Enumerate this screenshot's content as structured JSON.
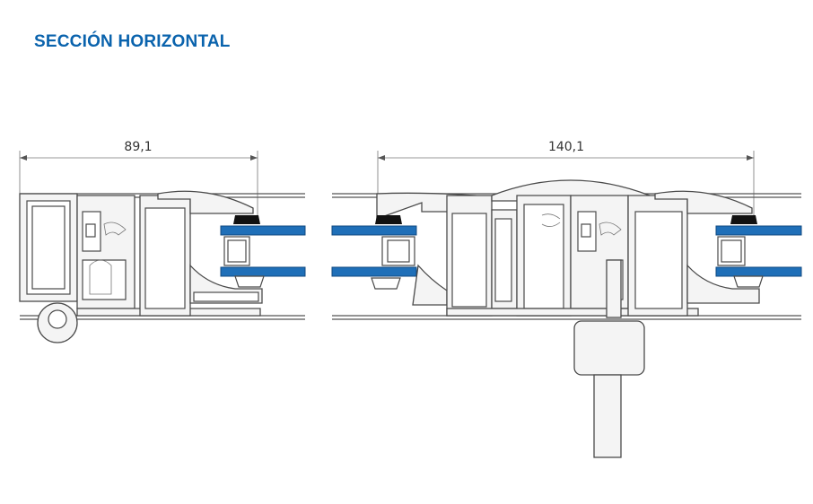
{
  "header": {
    "title": "SECCIÓN HORIZONTAL"
  },
  "dimensions": {
    "left": "89,1",
    "right": "140,1"
  },
  "colors": {
    "title": "#0a63ad",
    "glass": "#1f6fb8",
    "seal": "#111111",
    "line": "#4a4a4a"
  }
}
